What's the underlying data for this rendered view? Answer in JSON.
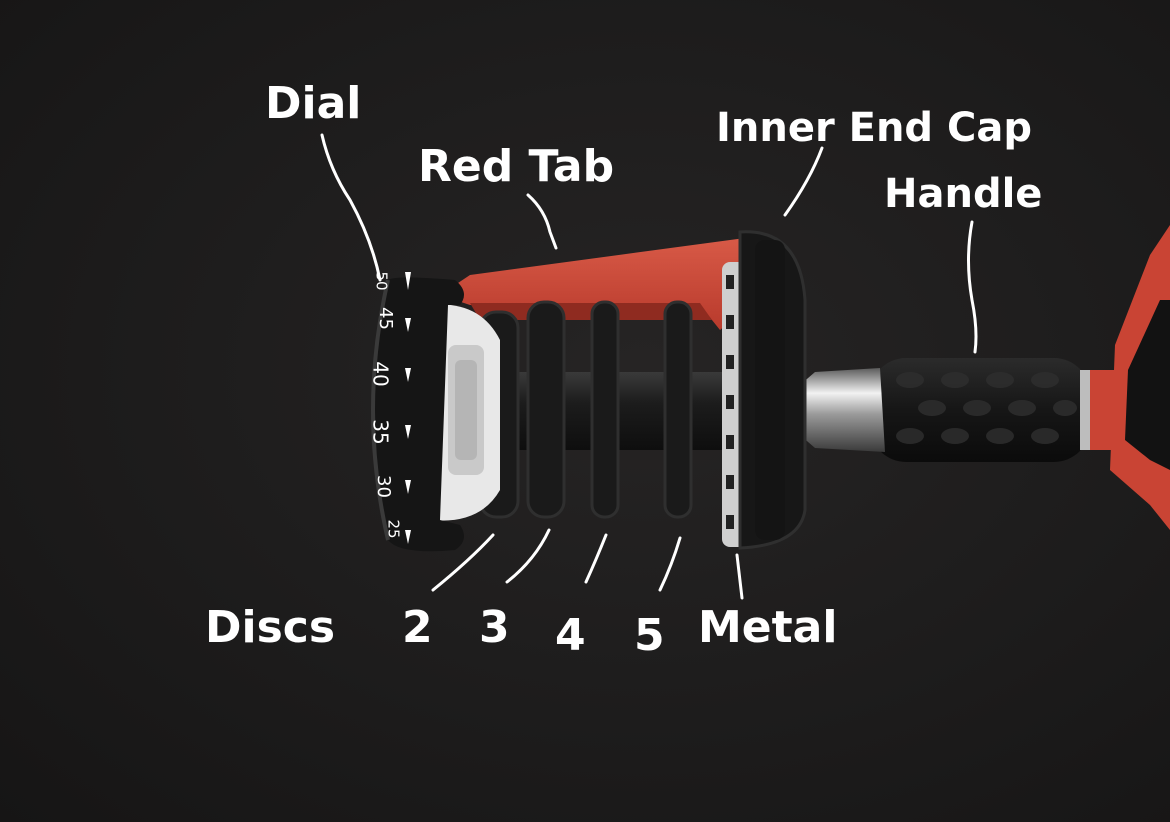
{
  "labels": {
    "dial": "Dial",
    "red_tab": "Red Tab",
    "inner_end_cap": "Inner End Cap",
    "handle": "Handle",
    "discs": "Discs",
    "disc_2": "2",
    "disc_3": "3",
    "disc_4": "4",
    "disc_5": "5",
    "metal": "Metal"
  },
  "dial_numbers": [
    "50",
    "45",
    "40",
    "35",
    "30",
    "25"
  ],
  "colors": {
    "background": "#1b1a1a",
    "red_tab": "#c94434",
    "disc": "#1a1a1a",
    "dial_white": "#e8e8e8",
    "label": "#ffffff"
  }
}
